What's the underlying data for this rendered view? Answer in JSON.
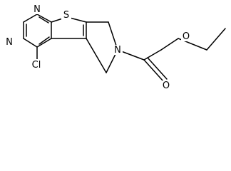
{
  "structure": {
    "atoms": {
      "n_top": "N",
      "n_left": "N",
      "s_ring": "S",
      "n_pyrrole": "N",
      "o_ester": "O",
      "o_carbonyl": "O",
      "cl": "Cl"
    }
  }
}
